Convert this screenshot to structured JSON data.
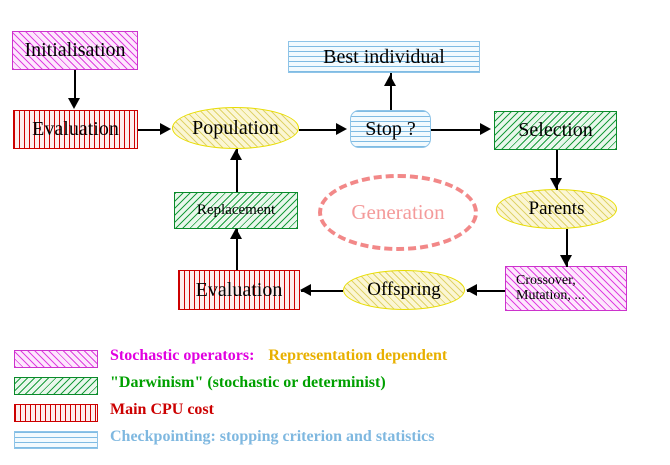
{
  "diagram": {
    "title_nodes": {
      "initialisation": "Initialisation",
      "evaluation_top": "Evaluation",
      "population": "Population",
      "stop": "Stop ?",
      "best_individual": "Best individual",
      "selection": "Selection",
      "parents": "Parents",
      "crossover": "Crossover,\nMutation, ...",
      "offspring": "Offspring",
      "evaluation_bottom": "Evaluation",
      "replacement": "Replacement",
      "generation": "Generation"
    },
    "colors": {
      "stochastic_operators": "#e000e0",
      "representation_dependent": "#e8b000",
      "darwinism": "#00a000",
      "main_cpu_cost": "#cc0000",
      "checkpointing": "#7fb8e0",
      "generation_ellipse": "#f28888",
      "population_ellipse": "#e8dd00"
    }
  },
  "legend": {
    "rows": [
      {
        "pattern": "magenta-diagonal-hatch",
        "label": "Stochastic operators:",
        "label2": "Representation dependent"
      },
      {
        "pattern": "green-diagonal-hatch",
        "label": "\"Darwinism\" (stochastic or determinist)",
        "label2": ""
      },
      {
        "pattern": "red-vertical-lines",
        "label": "Main CPU cost",
        "label2": ""
      },
      {
        "pattern": "blue-horizontal-lines",
        "label": "Checkpointing: stopping criterion and statistics",
        "label2": ""
      }
    ]
  }
}
